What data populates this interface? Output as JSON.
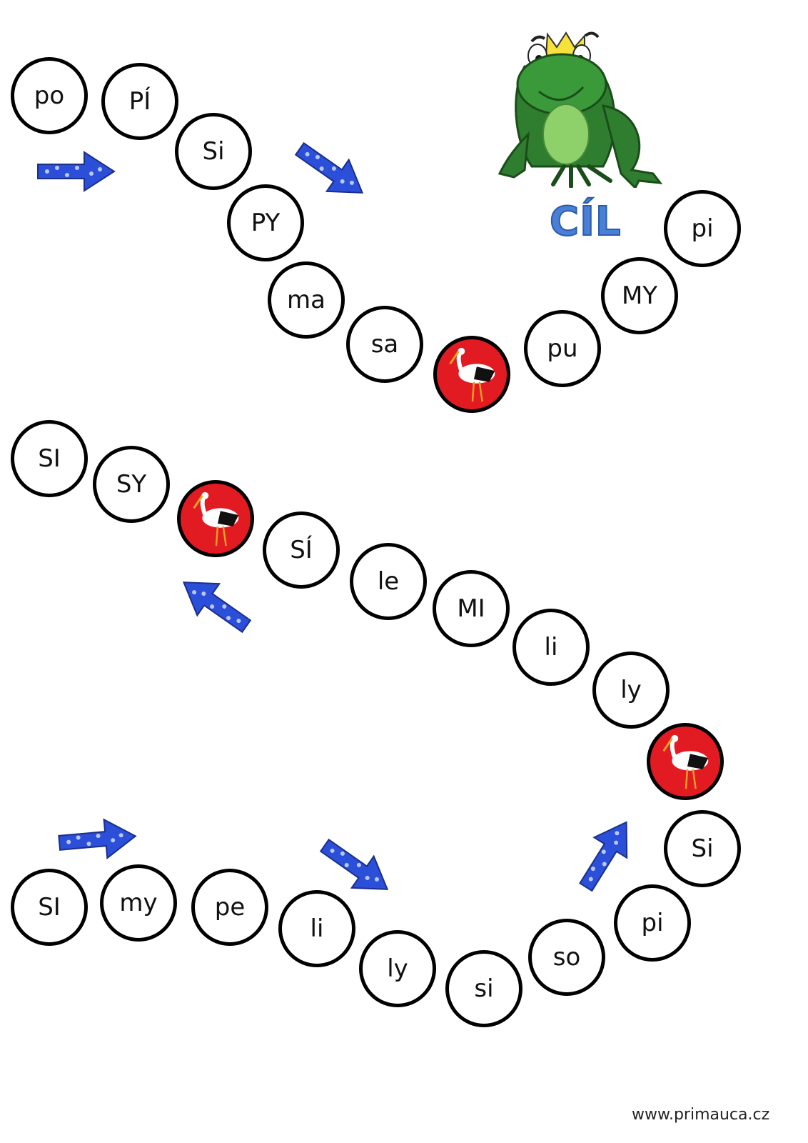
{
  "cells": [
    "po",
    "PÍ",
    "Si",
    "PY",
    "ma",
    "sa",
    "",
    "pu",
    "MY",
    "pi",
    "SI",
    "SY",
    "",
    "SÍ",
    "le",
    "MI",
    "li",
    "ly",
    "",
    "Si",
    "pi",
    "so",
    "si",
    "ly",
    "li",
    "pe",
    "my",
    "SI"
  ],
  "stork_cells": [
    6,
    12,
    18
  ],
  "goal_label": "CÍL",
  "footer_url": "www.primauca.cz",
  "icons": {
    "stork": "stork-icon",
    "arrow": "blue-dotted-arrow-icon",
    "frog": "frog-prince-icon"
  },
  "colors": {
    "stork_bg": "#e21b23",
    "arrow": "#2b4fd8",
    "goal": "#4a7fd6",
    "frog": "#2f8a2f"
  }
}
